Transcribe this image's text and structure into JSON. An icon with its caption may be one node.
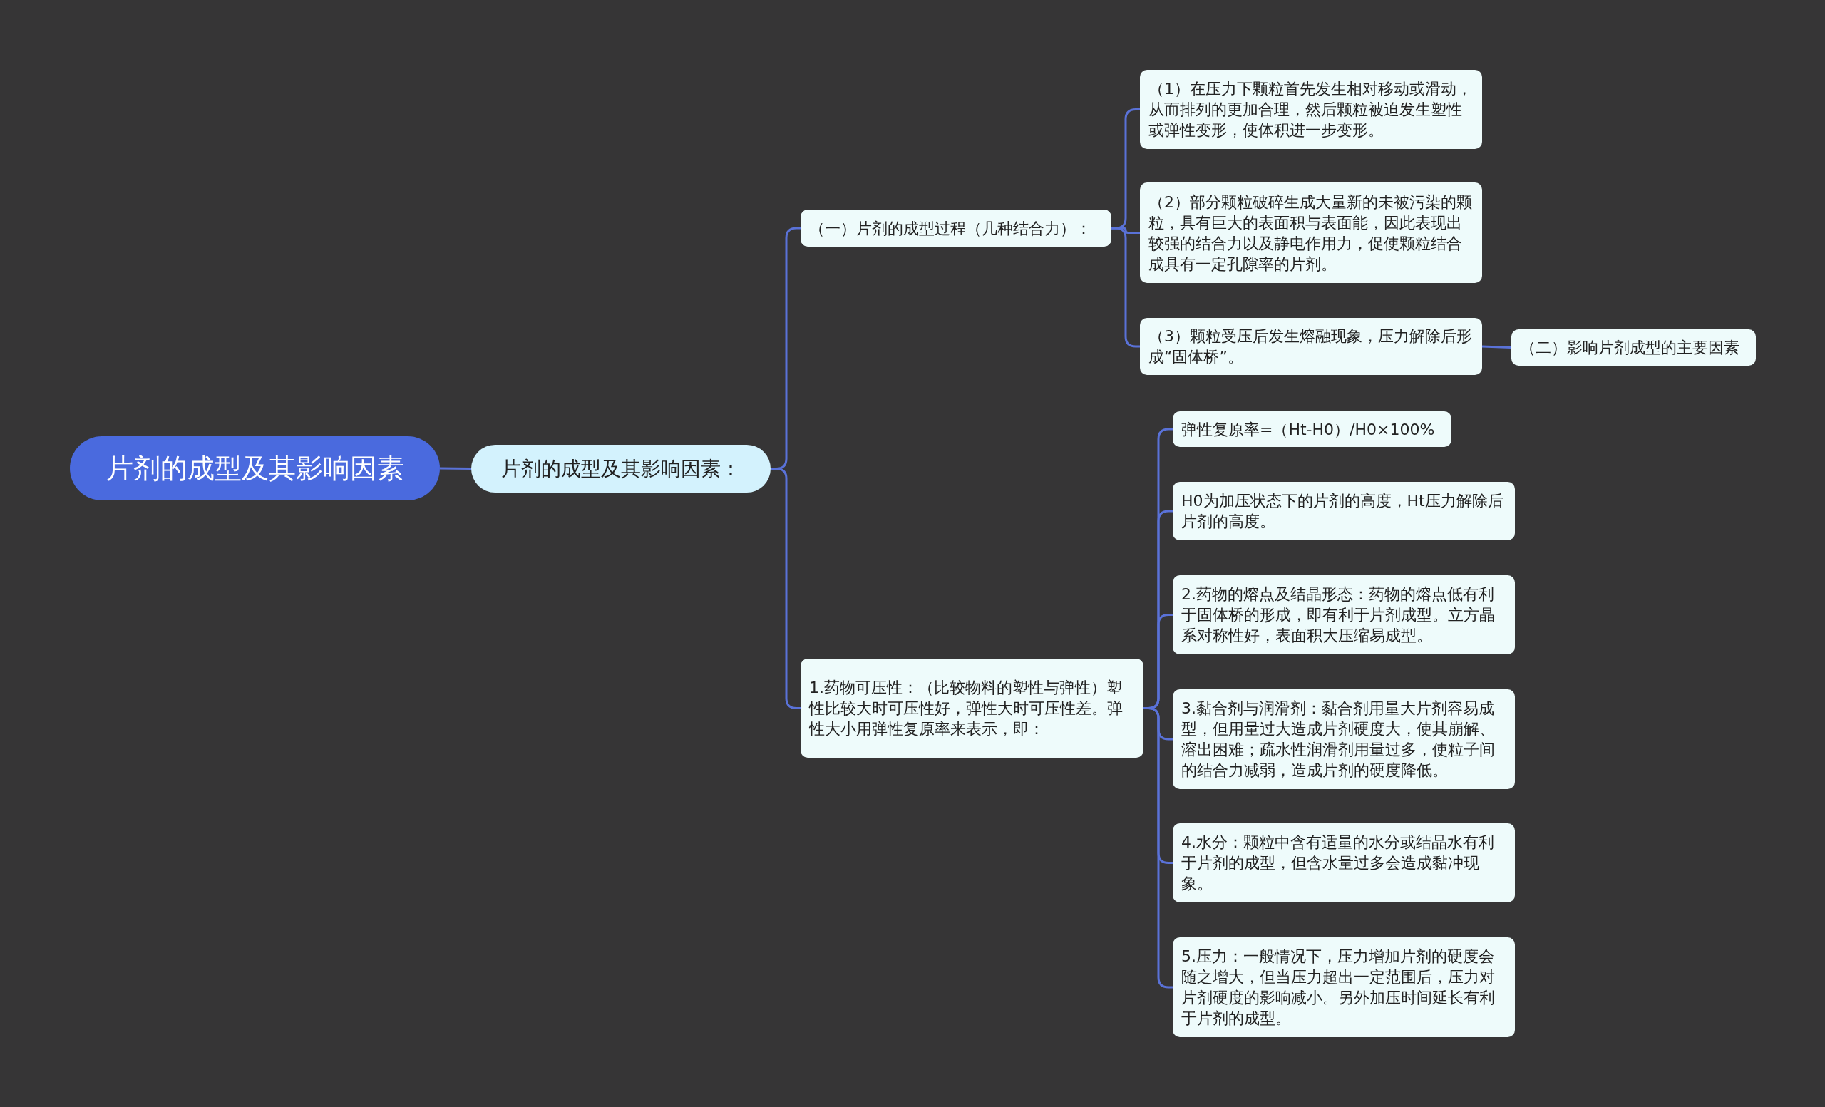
{
  "diagram": {
    "nodes": [
      {
        "text": [
          "片剂的成型及其影响因素"
        ]
      },
      {
        "text": [
          "片剂的成型及其影响因素："
        ]
      },
      {
        "text": [
          "（一）片剂的成型过程（几种结合力）："
        ]
      },
      {
        "text": [
          "（1）在压力下颗粒首先发生相对移动或滑动，从而排列的更加合理，然后颗粒被迫发生塑性或弹性变形，使体积进一步变形。"
        ]
      },
      {
        "text": [
          "（2）部分颗粒破碎生成大量新的未被污染的颗粒，具有巨大的表面积与表面能，因此表现出较强的结合力以及静电作用力，促使颗粒结合成具有一定孔隙率的片剂。"
        ]
      },
      {
        "text": [
          "（3）颗粒受压后发生熔融现象，压力解除后形成“固体桥”。"
        ]
      },
      {
        "text": [
          "（二）影响片剂成型的主要因素"
        ]
      },
      {
        "text": [
          "1.药物可压性：（比较物料的塑性与弹性）塑性比较大时可压性好，弹性大时可压性差。弹性大小用弹性复原率来表示，即："
        ]
      },
      {
        "text": [
          "弹性复原率=（Ht-H0）/H0×100%"
        ]
      },
      {
        "text": [
          "H0为加压状态下的片剂的高度，Ht压力解除后片剂的高度。"
        ]
      },
      {
        "text": [
          "2.药物的熔点及结晶形态：药物的熔点低有利于固体桥的形成，即有利于片剂成型。立方晶系对称性好，表面积大压缩易成型。"
        ]
      },
      {
        "text": [
          "3.黏合剂与润滑剂：黏合剂用量大片剂容易成型，但用量过大造成片剂硬度大，使其崩解、溶出困难；疏水性润滑剂用量过多，使粒子间的结合力减弱，造成片剂的硬度降低。"
        ]
      },
      {
        "text": [
          "4.水分：颗粒中含有适量的水分或结晶水有利于片剂的成型，但含水量过多会造成黏冲现象。"
        ]
      },
      {
        "text": [
          "5.压力：一般情况下，压力增加片剂的硬度会随之增大，但当压力超出一定范围后，压力对片剂硬度的影响减小。另外加压时间延长有利于片剂的成型。"
        ]
      }
    ],
    "edges": [
      {
        "from": 0,
        "to": 1,
        "arrow": "none"
      },
      {
        "from": 1,
        "to": 2,
        "arrow": "none"
      },
      {
        "from": 1,
        "to": 7,
        "arrow": "none"
      },
      {
        "from": 2,
        "to": 3,
        "arrow": "none"
      },
      {
        "from": 2,
        "to": 4,
        "arrow": "none"
      },
      {
        "from": 2,
        "to": 5,
        "arrow": "none"
      },
      {
        "from": 5,
        "to": 6,
        "arrow": "none"
      },
      {
        "from": 7,
        "to": 8,
        "arrow": "none"
      },
      {
        "from": 7,
        "to": 9,
        "arrow": "none"
      },
      {
        "from": 7,
        "to": 10,
        "arrow": "none"
      },
      {
        "from": 7,
        "to": 11,
        "arrow": "none"
      },
      {
        "from": 7,
        "to": 12,
        "arrow": "none"
      },
      {
        "from": 7,
        "to": 13,
        "arrow": "none"
      }
    ]
  }
}
